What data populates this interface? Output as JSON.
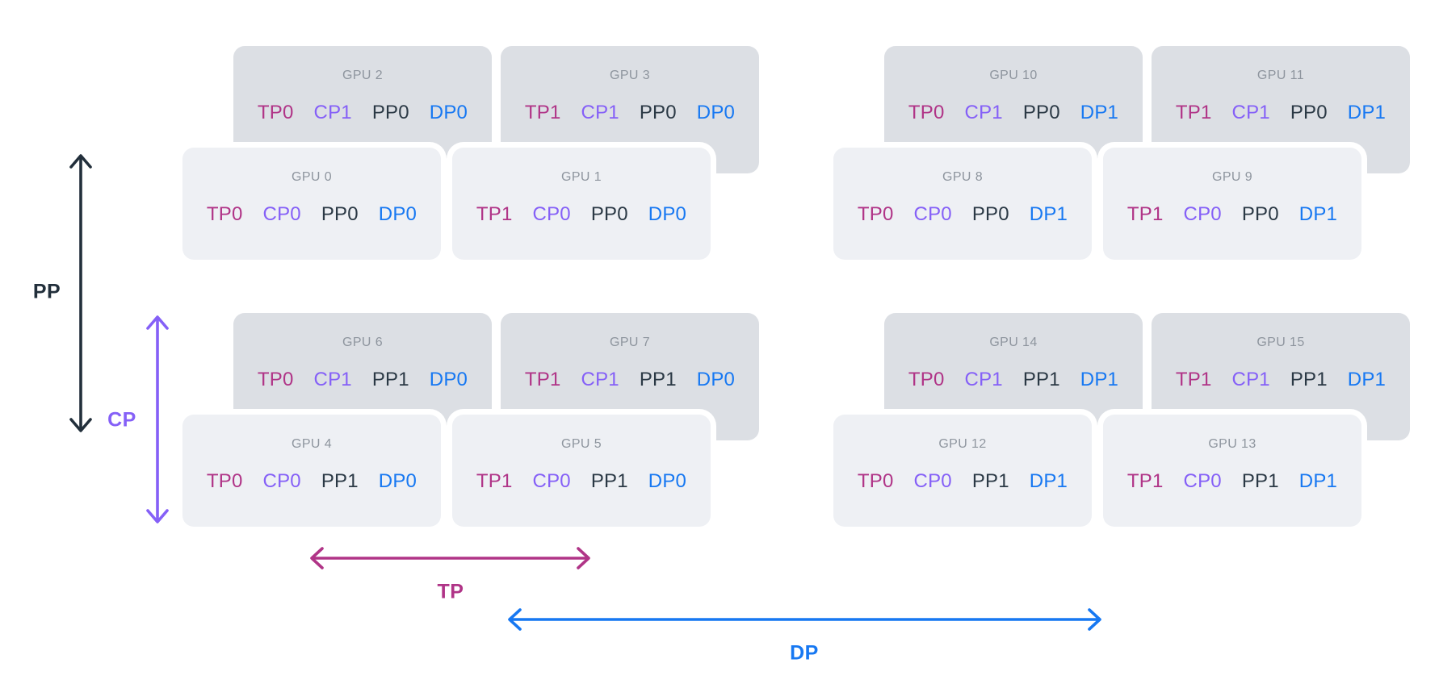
{
  "diagram": {
    "colors": {
      "tp": "#b03487",
      "cp": "#8560f7",
      "pp": "#2b3945",
      "dp": "#1778f2",
      "pp-arrow": "#222f3b",
      "card-back": "#dcdfe4",
      "card-front": "#eef0f4",
      "title": "#8e959e"
    },
    "axes": {
      "pp": "PP",
      "cp": "CP",
      "tp": "TP",
      "dp": "DP"
    },
    "gpus": [
      {
        "name": "GPU 0",
        "tp": "TP0",
        "cp": "CP0",
        "pp": "PP0",
        "dp": "DP0"
      },
      {
        "name": "GPU 1",
        "tp": "TP1",
        "cp": "CP0",
        "pp": "PP0",
        "dp": "DP0"
      },
      {
        "name": "GPU 2",
        "tp": "TP0",
        "cp": "CP1",
        "pp": "PP0",
        "dp": "DP0"
      },
      {
        "name": "GPU 3",
        "tp": "TP1",
        "cp": "CP1",
        "pp": "PP0",
        "dp": "DP0"
      },
      {
        "name": "GPU 4",
        "tp": "TP0",
        "cp": "CP0",
        "pp": "PP1",
        "dp": "DP0"
      },
      {
        "name": "GPU 5",
        "tp": "TP1",
        "cp": "CP0",
        "pp": "PP1",
        "dp": "DP0"
      },
      {
        "name": "GPU 6",
        "tp": "TP0",
        "cp": "CP1",
        "pp": "PP1",
        "dp": "DP0"
      },
      {
        "name": "GPU 7",
        "tp": "TP1",
        "cp": "CP1",
        "pp": "PP1",
        "dp": "DP0"
      },
      {
        "name": "GPU 8",
        "tp": "TP0",
        "cp": "CP0",
        "pp": "PP0",
        "dp": "DP1"
      },
      {
        "name": "GPU 9",
        "tp": "TP1",
        "cp": "CP0",
        "pp": "PP0",
        "dp": "DP1"
      },
      {
        "name": "GPU 10",
        "tp": "TP0",
        "cp": "CP1",
        "pp": "PP0",
        "dp": "DP1"
      },
      {
        "name": "GPU 11",
        "tp": "TP1",
        "cp": "CP1",
        "pp": "PP0",
        "dp": "DP1"
      },
      {
        "name": "GPU 12",
        "tp": "TP0",
        "cp": "CP0",
        "pp": "PP1",
        "dp": "DP1"
      },
      {
        "name": "GPU 13",
        "tp": "TP1",
        "cp": "CP0",
        "pp": "PP1",
        "dp": "DP1"
      },
      {
        "name": "GPU 14",
        "tp": "TP0",
        "cp": "CP1",
        "pp": "PP1",
        "dp": "DP1"
      },
      {
        "name": "GPU 15",
        "tp": "TP1",
        "cp": "CP1",
        "pp": "PP1",
        "dp": "DP1"
      }
    ]
  }
}
